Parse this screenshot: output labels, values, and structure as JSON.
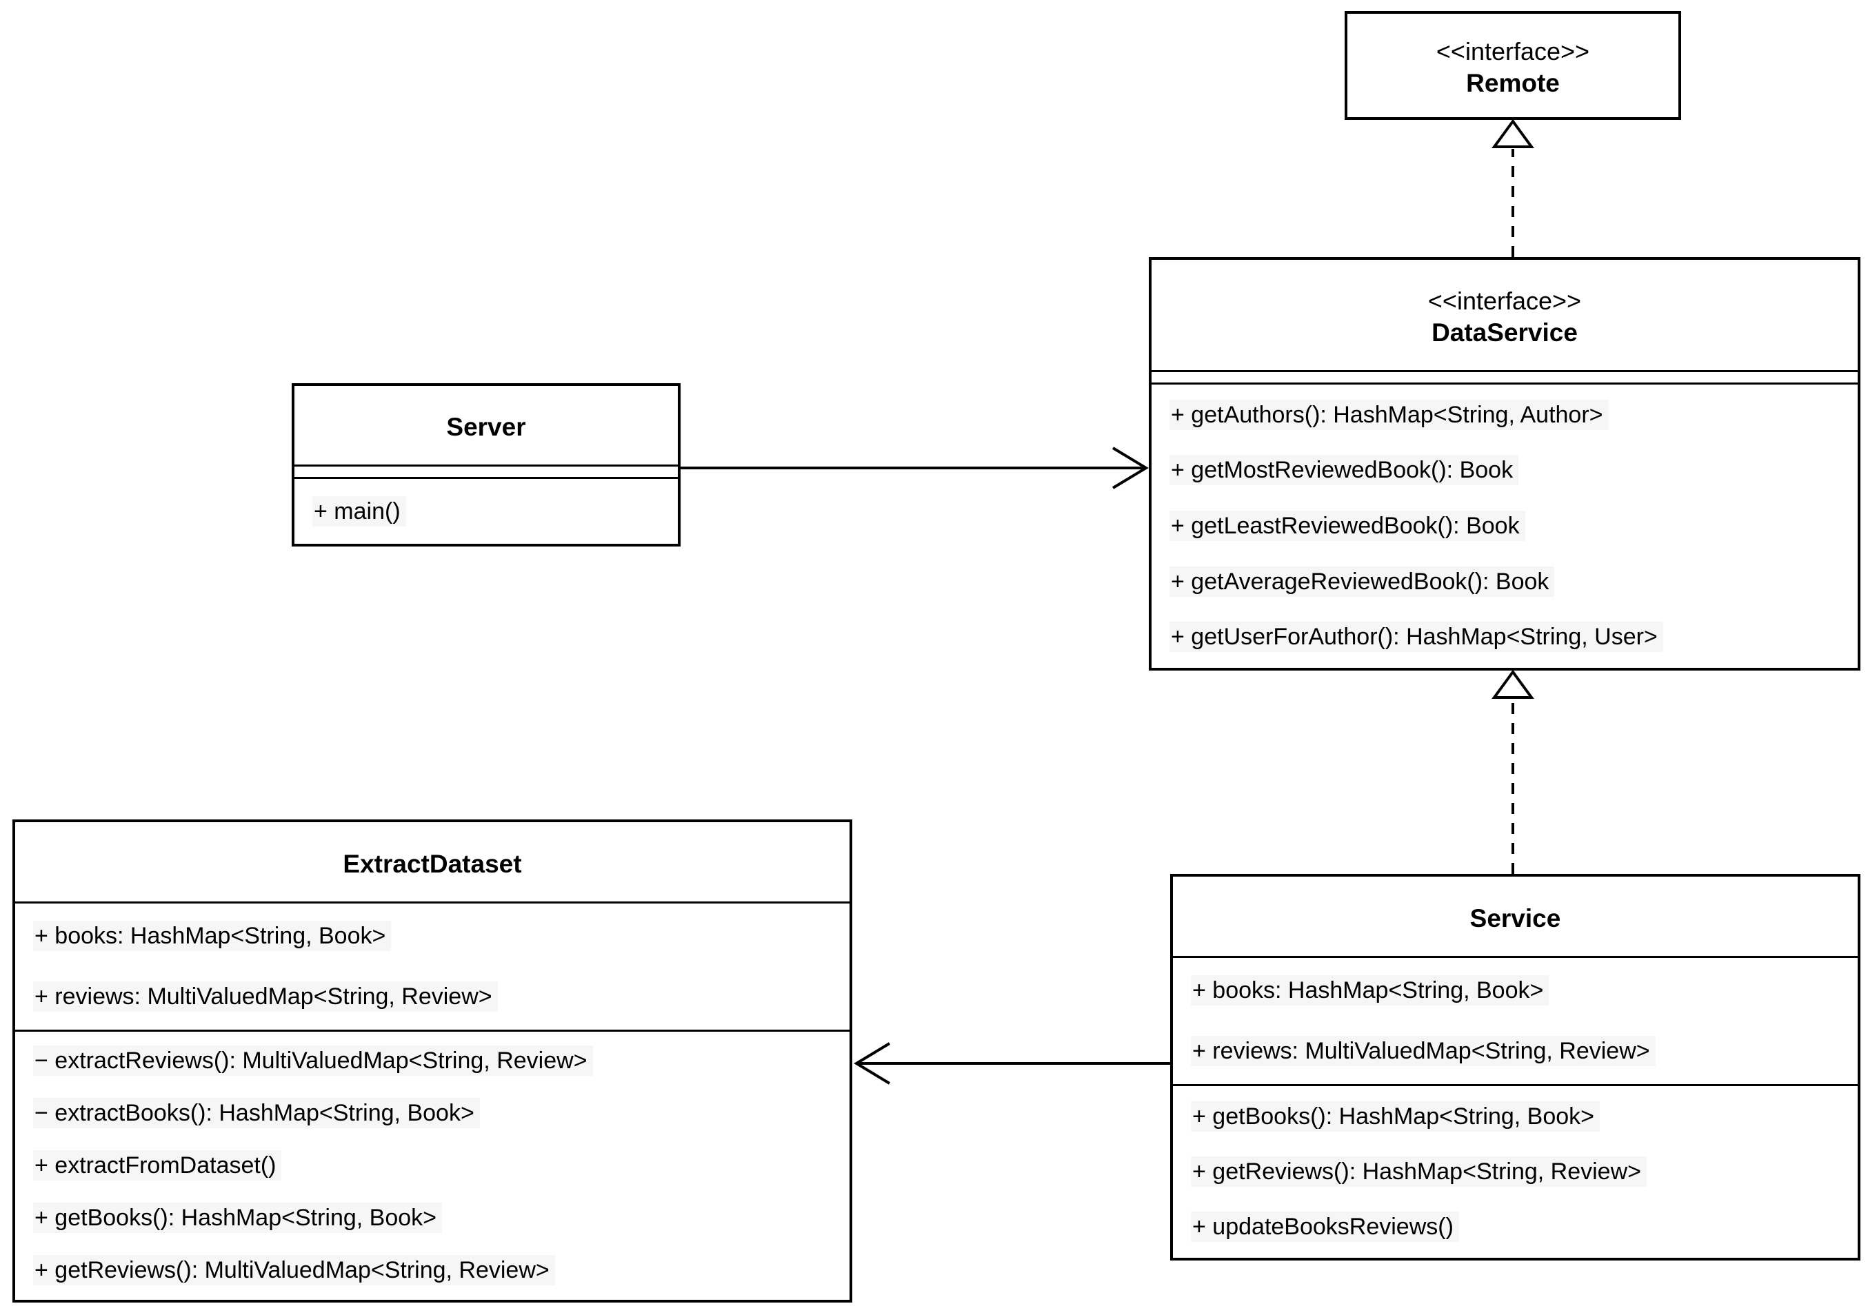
{
  "colors": {
    "background": "#ffffff",
    "stroke": "#000000",
    "text": "#000000",
    "label_highlight": "#f6f6f6"
  },
  "classes": [
    {
      "id": "remote",
      "stereotype": "<<interface>>",
      "name": "Remote",
      "attributes": [],
      "methods": []
    },
    {
      "id": "dataservice",
      "stereotype": "<<interface>>",
      "name": "DataService",
      "attributes": [],
      "methods": [
        "+ getAuthors(): HashMap<String, Author>",
        "+ getMostReviewedBook(): Book",
        "+ getLeastReviewedBook(): Book",
        "+ getAverageReviewedBook(): Book",
        "+ getUserForAuthor(): HashMap<String, User>"
      ]
    },
    {
      "id": "server",
      "stereotype": "",
      "name": "Server",
      "attributes": [],
      "methods": [
        "+ main()"
      ]
    },
    {
      "id": "extractdataset",
      "stereotype": "",
      "name": "ExtractDataset",
      "attributes": [
        "+ books: HashMap<String, Book>",
        "+ reviews: MultiValuedMap<String, Review>"
      ],
      "methods": [
        "− extractReviews(): MultiValuedMap<String, Review>",
        "− extractBooks(): HashMap<String, Book>",
        "+ extractFromDataset()",
        "+ getBooks(): HashMap<String, Book>",
        "+ getReviews(): MultiValuedMap<String, Review>"
      ]
    },
    {
      "id": "service",
      "stereotype": "",
      "name": "Service",
      "attributes": [
        "+ books: HashMap<String, Book>",
        "+ reviews: MultiValuedMap<String, Review>"
      ],
      "methods": [
        "+ getBooks(): HashMap<String, Book>",
        "+ getReviews(): HashMap<String, Review>",
        "+ updateBooksReviews()"
      ]
    }
  ],
  "edges": [
    {
      "type": "realization",
      "from": "DataService",
      "to": "Remote",
      "style": "dashed-hollow-triangle"
    },
    {
      "type": "realization",
      "from": "Service",
      "to": "DataService",
      "style": "dashed-hollow-triangle"
    },
    {
      "type": "association",
      "from": "Server",
      "to": "DataService",
      "style": "solid-open-arrow"
    },
    {
      "type": "association",
      "from": "Service",
      "to": "ExtractDataset",
      "style": "solid-open-arrow"
    }
  ]
}
